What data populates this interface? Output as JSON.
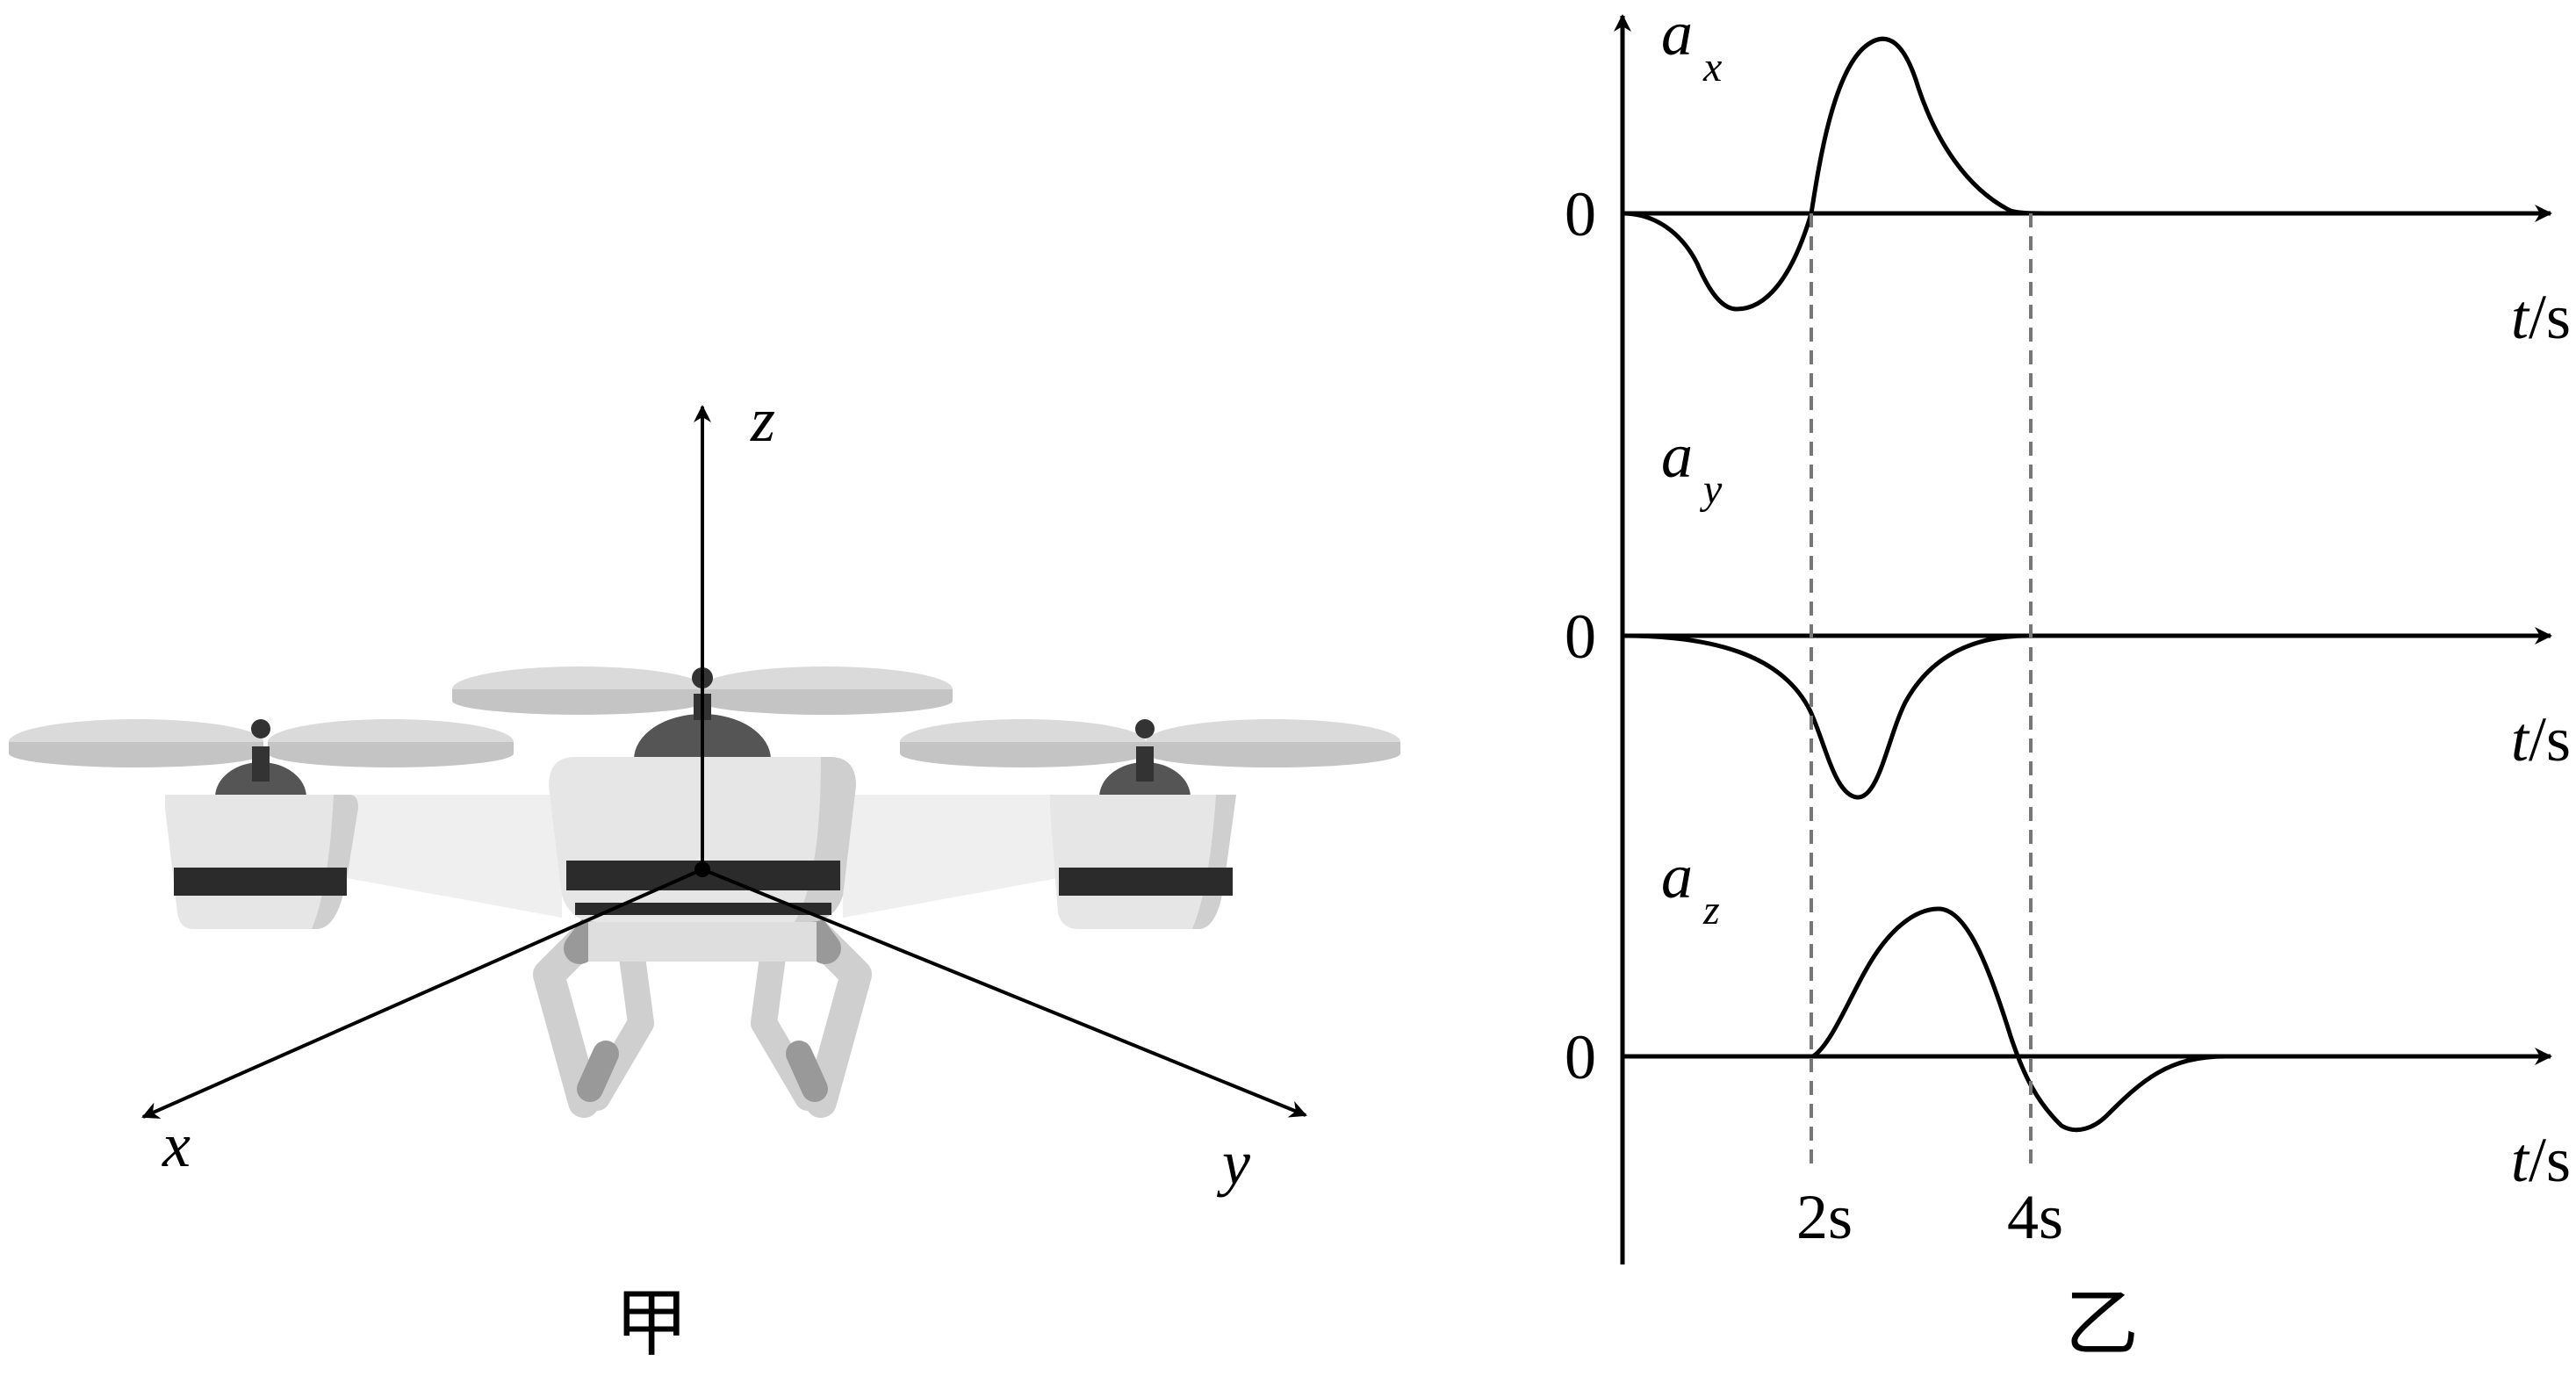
{
  "panel_left": {
    "caption": "甲",
    "axis_labels": {
      "x": "x",
      "y": "y",
      "z": "z"
    }
  },
  "panel_right": {
    "caption": "乙",
    "graphs": [
      {
        "var_main": "a",
        "var_sub": "x",
        "origin_label": "0",
        "time_label": "t",
        "time_unit": "/s"
      },
      {
        "var_main": "a",
        "var_sub": "y",
        "origin_label": "0",
        "time_label": "t",
        "time_unit": "/s"
      },
      {
        "var_main": "a",
        "var_sub": "z",
        "origin_label": "0",
        "time_label": "t",
        "time_unit": "/s"
      }
    ],
    "time_marks": [
      "2s",
      "4s"
    ]
  },
  "colors": {
    "ink": "#000000",
    "dashed": "#777777",
    "body_light": "#e6e6e6",
    "body_mid": "#cfcfcf",
    "body_dark": "#2b2b2b",
    "motor": "#555555",
    "propeller": "#dadada"
  }
}
